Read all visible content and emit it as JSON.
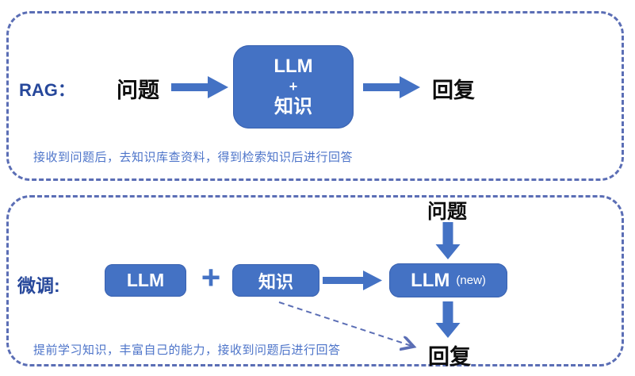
{
  "colors": {
    "box_fill": "#4472c4",
    "box_inner_stroke": "#3a62b0",
    "arrow_blue": "#4472c4",
    "dashed_border_blue": "#5b6eb5",
    "section_label_blue": "#27489b",
    "caption_blue": "#4d74c9",
    "node_text_black": "#0d0d0d"
  },
  "rag_panel": {
    "label": "RAG：",
    "question": "问题",
    "model_box": {
      "line1": "LLM",
      "line2": "+",
      "line3": "知识"
    },
    "reply": "回复",
    "caption": "接收到问题后，去知识库查资料，得到检索知识后进行回答"
  },
  "finetune_panel": {
    "label": "微调:",
    "llm_box": "LLM",
    "plus": "+",
    "knowledge_box": "知识",
    "new_llm_box": {
      "main": "LLM",
      "suffix": "(new)"
    },
    "question": "问题",
    "reply": "回复",
    "caption": "提前学习知识，丰富自己的能力，接收到问题后进行回答"
  },
  "icons": {
    "plus": "plus-icon",
    "solid_arrows": "block-arrow-icon",
    "dashed_arrow": "dashed-arrow-icon"
  }
}
